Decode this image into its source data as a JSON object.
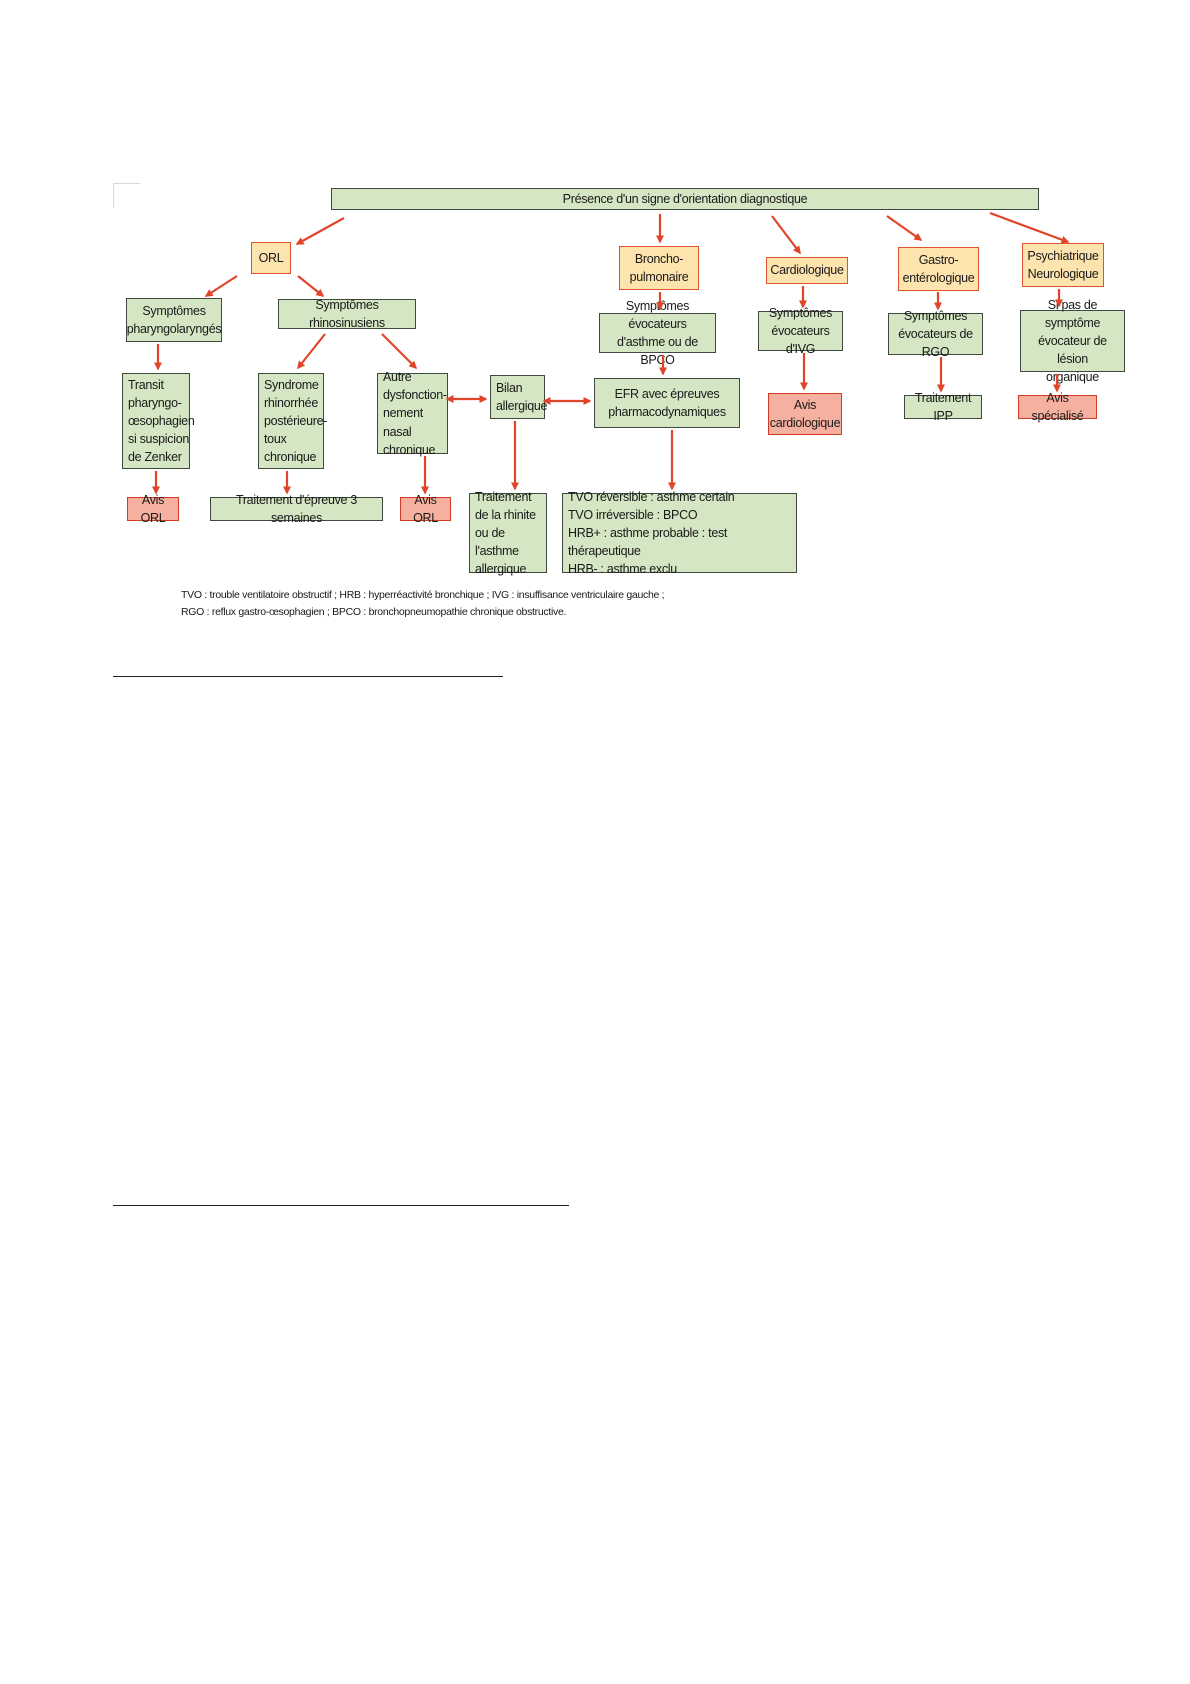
{
  "diagram": {
    "nodes": [
      {
        "id": "root",
        "label": "Présence d'un signe d'orientation diagnostique",
        "kind": "green"
      },
      {
        "id": "orl",
        "label": "ORL",
        "kind": "orange"
      },
      {
        "id": "broncho",
        "label": "Broncho-\npulmonaire",
        "kind": "orange"
      },
      {
        "id": "cardio",
        "label": "Cardiologique",
        "kind": "orange"
      },
      {
        "id": "gastro",
        "label": "Gastro-\nentérologique",
        "kind": "orange"
      },
      {
        "id": "psy",
        "label": "Psychiatrique\nNeurologique",
        "kind": "orange"
      },
      {
        "id": "pharyngo_sym",
        "label": "Symptômes\npharyngolaryngés",
        "kind": "green"
      },
      {
        "id": "rhino_sym",
        "label": "Symptômes rhinosinusiens",
        "kind": "green"
      },
      {
        "id": "transit",
        "label": "Transit\npharyngo-\nœsophagien\nsi suspicion\nde Zenker",
        "kind": "green"
      },
      {
        "id": "syndrome",
        "label": "Syndrome\nrhinorrhée\npostérieure-\ntoux\nchronique",
        "kind": "green"
      },
      {
        "id": "autre",
        "label": "Autre\ndysfonction-\nnement nasal\nchronique",
        "kind": "green"
      },
      {
        "id": "bilan",
        "label": "Bilan\nallergique",
        "kind": "green"
      },
      {
        "id": "asthme_sym",
        "label": "Symptômes évocateurs\nd'asthme ou de BPCO",
        "kind": "green"
      },
      {
        "id": "efr",
        "label": "EFR avec épreuves\npharmacodynamiques",
        "kind": "green"
      },
      {
        "id": "ivg_sym",
        "label": "Symptômes\névocateurs d'IVG",
        "kind": "green"
      },
      {
        "id": "rgo_sym",
        "label": "Symptômes\névocateurs de RGO",
        "kind": "green"
      },
      {
        "id": "lesion",
        "label": "Si pas de symptôme\névocateur de lésion\norganique",
        "kind": "green"
      },
      {
        "id": "avis_orl_1",
        "label": "Avis ORL",
        "kind": "red"
      },
      {
        "id": "traitement_3s",
        "label": "Traitement d'épreuve 3 semaines",
        "kind": "green"
      },
      {
        "id": "avis_orl_2",
        "label": "Avis ORL",
        "kind": "red"
      },
      {
        "id": "traitement_rhinite",
        "label": "Traitement\nde la rhinite\nou de l'asthme\nallergique",
        "kind": "green"
      },
      {
        "id": "tvo",
        "label": "TVO réversible : asthme certain\nTVO irréversible : BPCO\nHRB+ : asthme probable : test thérapeutique\nHRB- : asthme exclu",
        "kind": "green"
      },
      {
        "id": "avis_cardio",
        "label": "Avis\ncardiologique",
        "kind": "red"
      },
      {
        "id": "traitement_ipp",
        "label": "Traitement IPP",
        "kind": "green"
      },
      {
        "id": "avis_specialise",
        "label": "Avis spécialisé",
        "kind": "red"
      }
    ],
    "legend": [
      "TVO : trouble ventilatoire obstructif ; HRB : hyperréactivité bronchique ; IVG : insuffisance ventriculaire gauche ;",
      "RGO : reflux gastro-œsophagien ; BPCO : bronchopneumopathie chronique obstructive."
    ],
    "arrow_color": "#e0452a"
  }
}
